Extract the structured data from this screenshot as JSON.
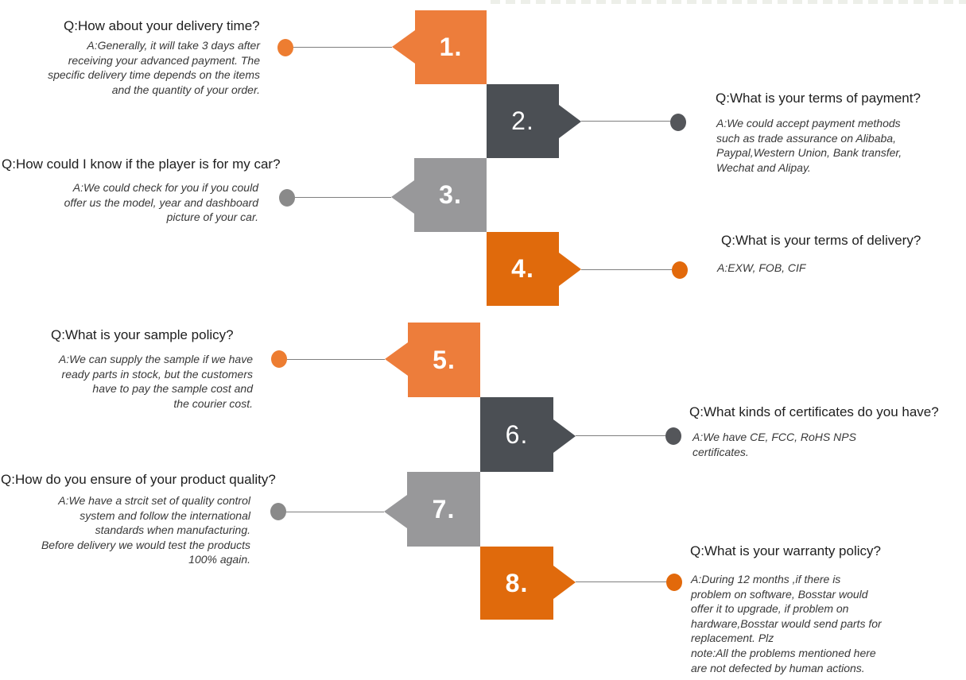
{
  "palette": {
    "orange_light": "#ED7D3B",
    "orange_dark": "#E06A0C",
    "gray_dark": "#4B4F54",
    "gray_medium": "#98989A",
    "dot_orange_light": "#ED7D31",
    "dot_orange_dark": "#E2690B",
    "dot_gray_dark": "#54565A",
    "dot_gray_medium": "#8A8A8A",
    "connector_line": "#7F7F7F",
    "question_text": "#202020",
    "answer_text": "#383838"
  },
  "items": [
    {
      "number": "1.",
      "side": "left",
      "color": "orange_light",
      "question": "Q:How about your delivery time?",
      "answer": "A:Generally, it will take 3 days after\nreceiving your advanced payment. The\nspecific delivery time depends on the items\nand the quantity of your order."
    },
    {
      "number": "2.",
      "side": "right",
      "color": "gray_dark",
      "question": "Q:What is your terms of payment?",
      "answer": "A:We could accept payment methods\nsuch as trade assurance on Alibaba,\nPaypal,Western Union, Bank transfer,\nWechat and Alipay."
    },
    {
      "number": "3.",
      "side": "left",
      "color": "gray_medium",
      "question": "Q:How could I know if the player is for my car?",
      "answer": "A:We could check for you if you could\noffer us the model, year and dashboard\npicture of your car."
    },
    {
      "number": "4.",
      "side": "right",
      "color": "orange_dark",
      "question": "Q:What is your terms of delivery?",
      "answer": "A:EXW, FOB, CIF"
    },
    {
      "number": "5.",
      "side": "left",
      "color": "orange_light",
      "question": "Q:What is your sample policy?",
      "answer": "A:We can supply the sample if we have\nready parts in stock, but the customers\nhave to pay the sample cost and\nthe courier cost."
    },
    {
      "number": "6.",
      "side": "right",
      "color": "gray_dark",
      "question": "Q:What kinds of certificates do you have?",
      "answer": "A:We have CE, FCC, RoHS NPS\ncertificates."
    },
    {
      "number": "7.",
      "side": "left",
      "color": "gray_medium",
      "question": "Q:How do you ensure of your product quality?",
      "answer": "A:We have a strcit set of quality control\nsystem and follow the international\nstandards when manufacturing.\nBefore delivery we would test the products\n100% again."
    },
    {
      "number": "8.",
      "side": "right",
      "color": "orange_dark",
      "question": "Q:What is your warranty policy?",
      "answer": "A:During 12 months ,if there is\nproblem on software, Bosstar would\noffer it to upgrade, if problem on\nhardware,Bosstar would send parts for\nreplacement. Plz\nnote:All the problems mentioned here\nare not defected by human actions."
    }
  ]
}
